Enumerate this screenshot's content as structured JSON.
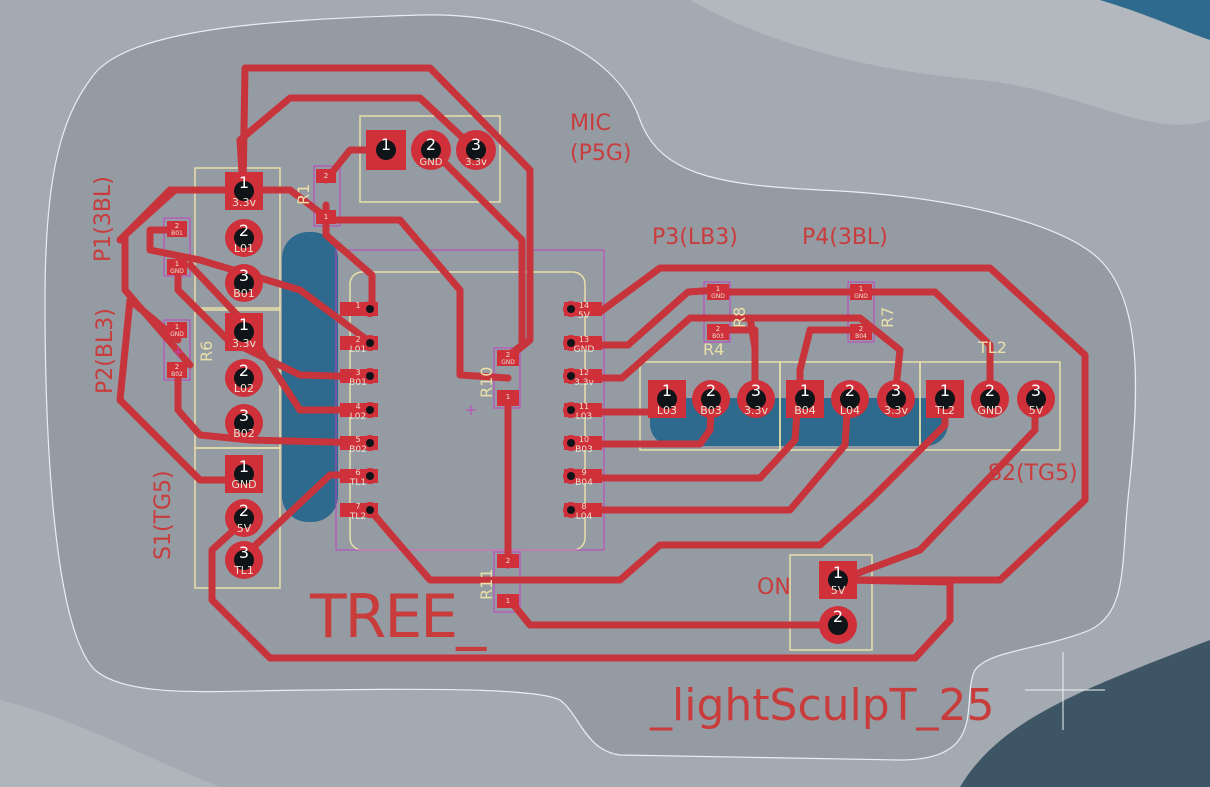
{
  "colors": {
    "background": "#a4aab1",
    "board_fill": "#959ba3",
    "trace": "#c8343b",
    "pad": "#d0303a",
    "drill": "#0e1418",
    "copper_pour": "#2d6a8d",
    "silkscreen": "#c83c3c",
    "courtyard": "#e8e0a8",
    "fab_outline": "#c040c0",
    "edge_cuts": "#e8eef2"
  },
  "labels": {
    "mic": "MIC",
    "mic_sub": "(P5G)",
    "p1": "P1(3BL)",
    "p2": "P2(BL3)",
    "p3": "P3(LB3)",
    "p4": "P4(3BL)",
    "s1": "S1(TG5)",
    "s2": "S2(TG5)",
    "tl2": "TL2",
    "on": "ON",
    "tree": "TREE_",
    "title": "_lightSculpT_25",
    "r1_ref": "R1",
    "r6_ref": "R6",
    "r10_ref": "R10",
    "r11_ref": "R11",
    "r4_ref": "R4",
    "r8_ref": "R8",
    "r7_ref": "R7"
  },
  "mic_pads": [
    {
      "num": "1",
      "net": ""
    },
    {
      "num": "2",
      "net": "GND"
    },
    {
      "num": "3",
      "net": "3.3v"
    }
  ],
  "p1_pads": [
    {
      "num": "1",
      "net": "3.3v"
    },
    {
      "num": "2",
      "net": "L01"
    },
    {
      "num": "3",
      "net": "B01"
    }
  ],
  "p2_pads": [
    {
      "num": "1",
      "net": "3.3v"
    },
    {
      "num": "2",
      "net": "L02"
    },
    {
      "num": "3",
      "net": "B02"
    }
  ],
  "s1_pads": [
    {
      "num": "1",
      "net": "GND"
    },
    {
      "num": "2",
      "net": "5V"
    },
    {
      "num": "3",
      "net": "TL1"
    }
  ],
  "p3_pads": [
    {
      "num": "1",
      "net": "L03"
    },
    {
      "num": "2",
      "net": "B03"
    },
    {
      "num": "3",
      "net": "3.3v"
    }
  ],
  "p4_pads": [
    {
      "num": "1",
      "net": "B04"
    },
    {
      "num": "2",
      "net": "L04"
    },
    {
      "num": "3",
      "net": "3.3v"
    }
  ],
  "s2_pads": [
    {
      "num": "1",
      "net": "TL2"
    },
    {
      "num": "2",
      "net": "GND"
    },
    {
      "num": "3",
      "net": "5V"
    }
  ],
  "on_pads": [
    {
      "num": "1",
      "net": "5V"
    },
    {
      "num": "2",
      "net": ""
    }
  ],
  "mcu_left": [
    {
      "num": "1",
      "net": ""
    },
    {
      "num": "2",
      "net": "L01"
    },
    {
      "num": "3",
      "net": "B01"
    },
    {
      "num": "4",
      "net": "L02"
    },
    {
      "num": "5",
      "net": "B02"
    },
    {
      "num": "6",
      "net": "TL1"
    },
    {
      "num": "7",
      "net": "TL2"
    }
  ],
  "mcu_right": [
    {
      "num": "14",
      "net": "5V"
    },
    {
      "num": "13",
      "net": "GND"
    },
    {
      "num": "12",
      "net": "3.3v"
    },
    {
      "num": "11",
      "net": "L03"
    },
    {
      "num": "10",
      "net": "B03"
    },
    {
      "num": "9",
      "net": "B04"
    },
    {
      "num": "8",
      "net": "L04"
    }
  ],
  "resistors": {
    "r1": {
      "p1": "2",
      "p2": "1"
    },
    "r6": {
      "p1": "2",
      "net1": "B01",
      "p2": "1",
      "net2": "GND"
    },
    "r_p2": {
      "p1": "1",
      "net1": "GND",
      "p2": "2",
      "net2": "B02"
    },
    "r10": {
      "p1": "2",
      "net1": "GND",
      "p2": "1"
    },
    "r11": {
      "p1": "2",
      "p2": "1"
    },
    "r8": {
      "p1": "1",
      "net1": "GND",
      "p2": "2",
      "net2": "B03"
    },
    "r7": {
      "p1": "1",
      "net1": "GND",
      "p2": "2",
      "net2": "B04"
    }
  }
}
